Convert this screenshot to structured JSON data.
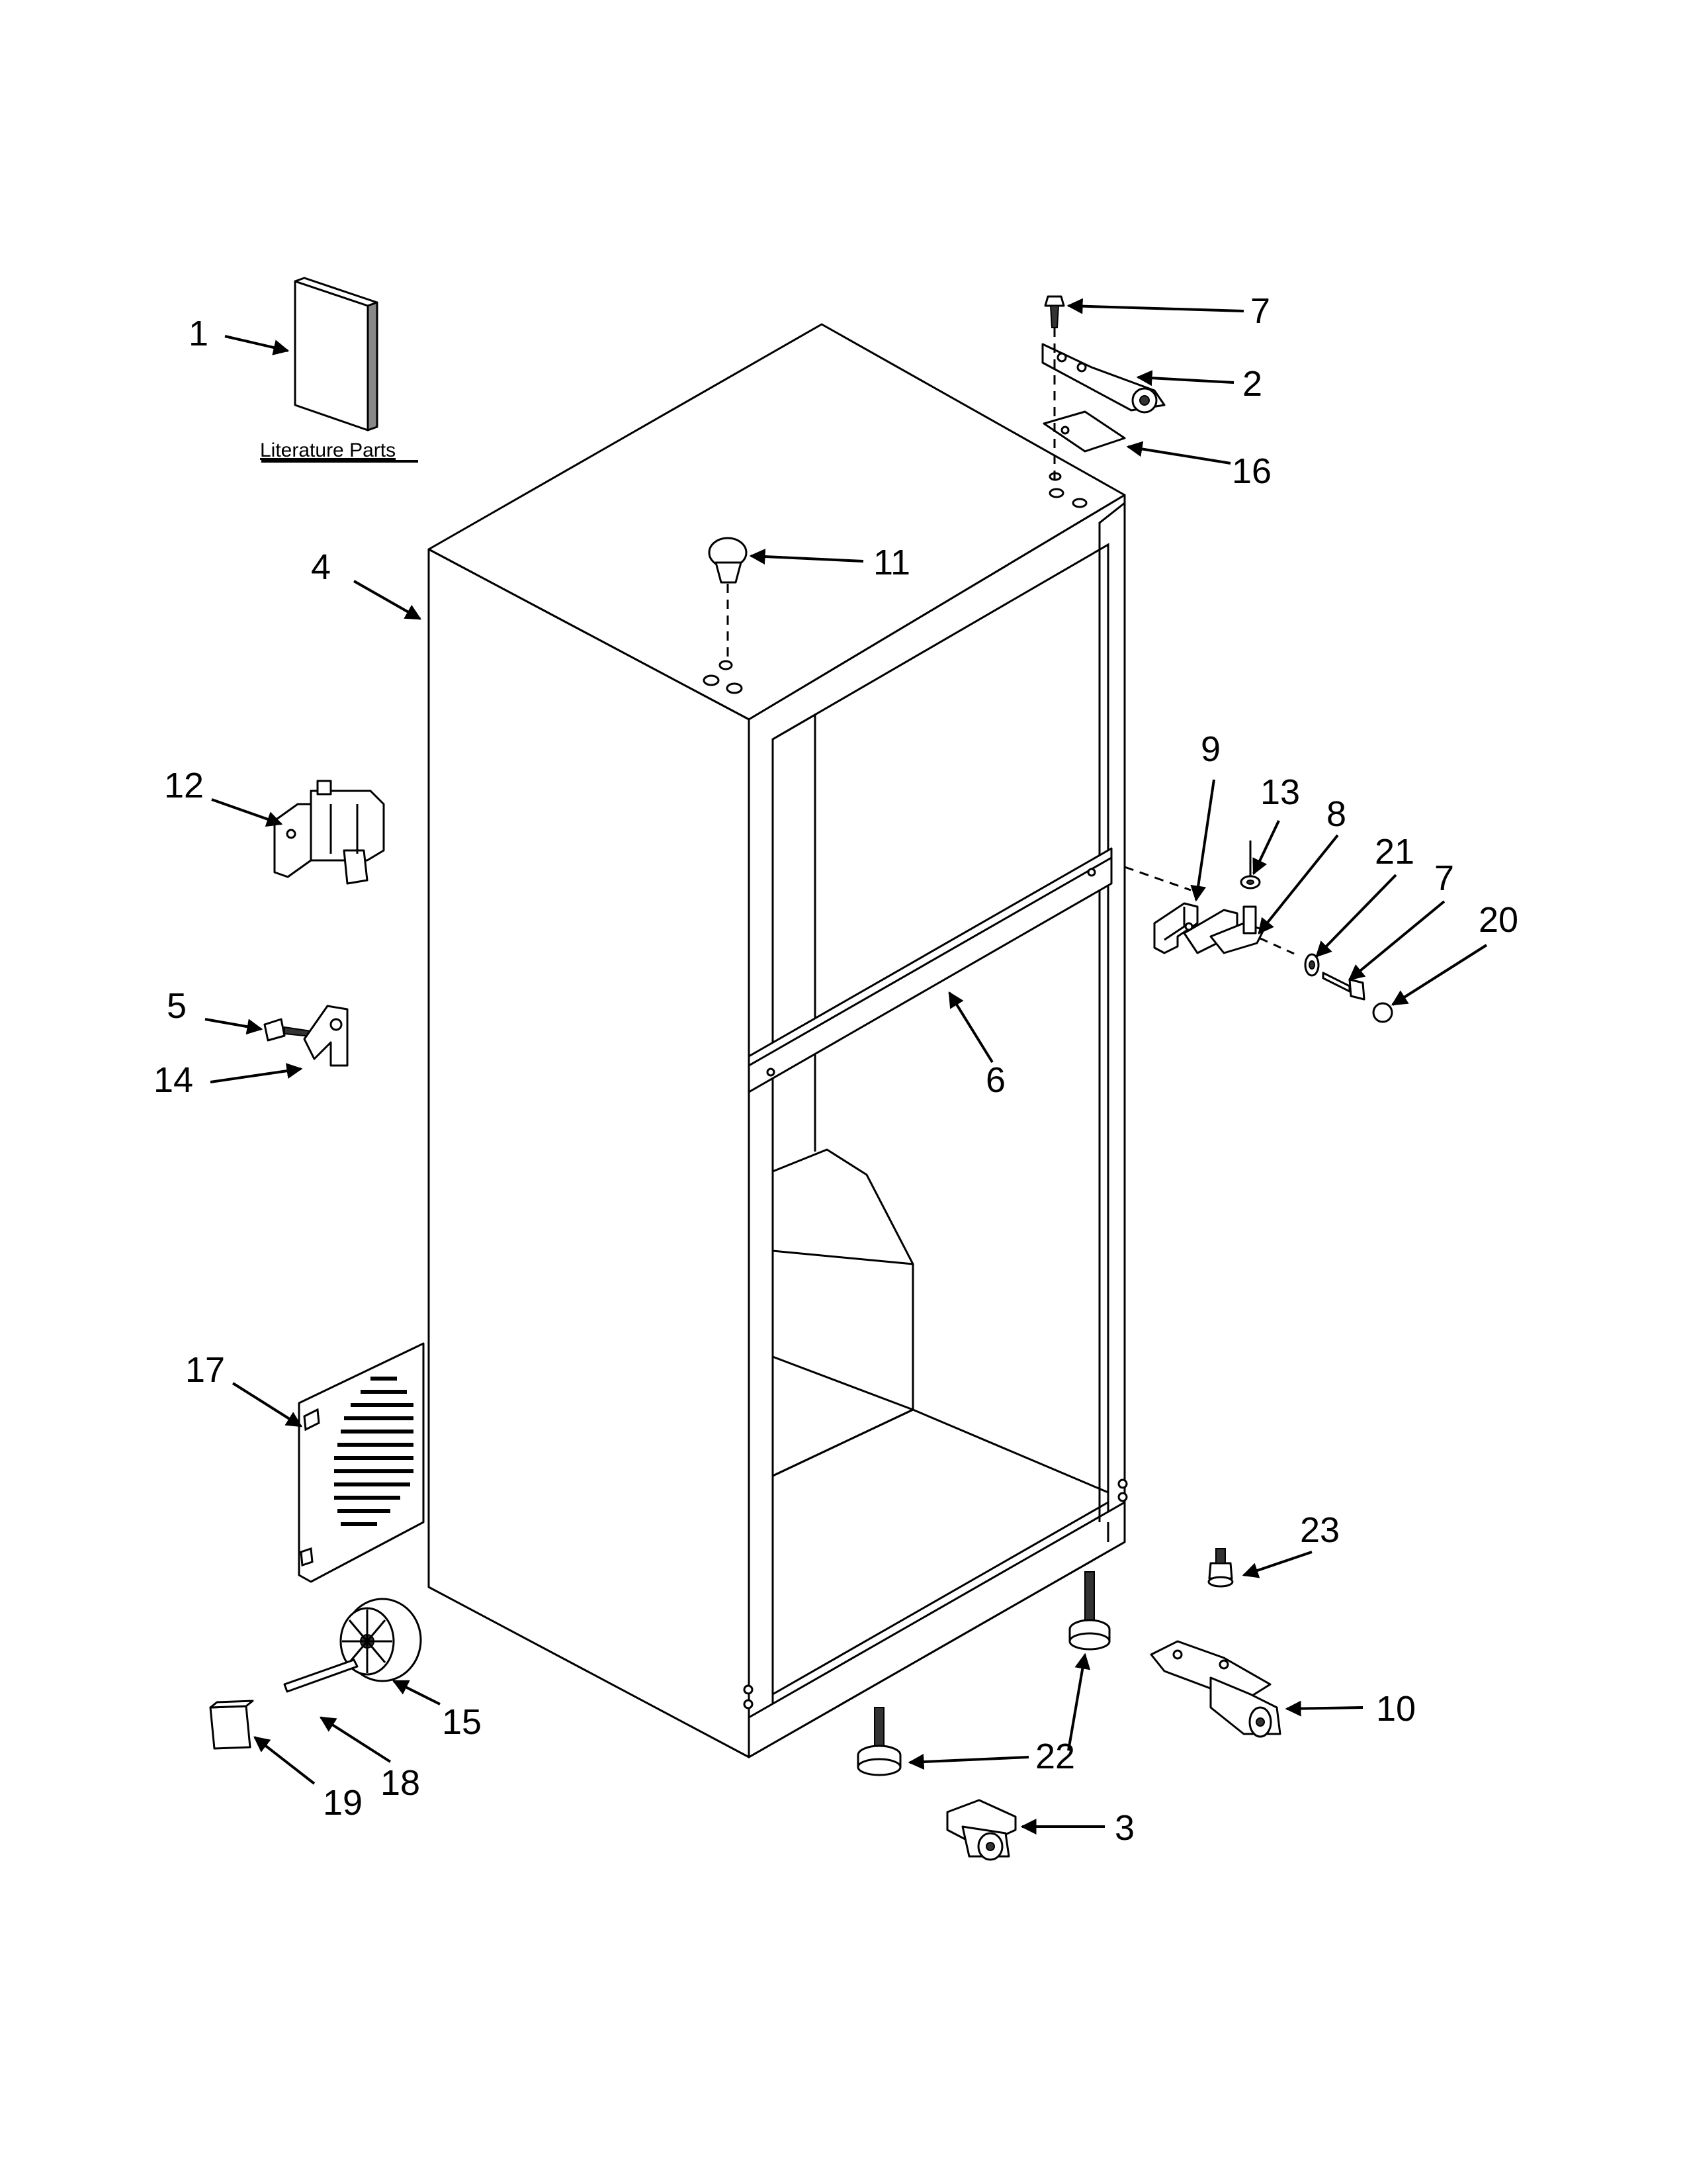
{
  "literature_caption": "Literature Parts",
  "callouts": [
    {
      "id": "c1",
      "label": "1"
    },
    {
      "id": "c7a",
      "label": "7"
    },
    {
      "id": "c2",
      "label": "2"
    },
    {
      "id": "c16",
      "label": "16"
    },
    {
      "id": "c4",
      "label": "4"
    },
    {
      "id": "c11",
      "label": "11"
    },
    {
      "id": "c12",
      "label": "12"
    },
    {
      "id": "c9",
      "label": "9"
    },
    {
      "id": "c13",
      "label": "13"
    },
    {
      "id": "c8",
      "label": "8"
    },
    {
      "id": "c21",
      "label": "21"
    },
    {
      "id": "c7b",
      "label": "7"
    },
    {
      "id": "c20",
      "label": "20"
    },
    {
      "id": "c5",
      "label": "5"
    },
    {
      "id": "c14",
      "label": "14"
    },
    {
      "id": "c6",
      "label": "6"
    },
    {
      "id": "c17",
      "label": "17"
    },
    {
      "id": "c23",
      "label": "23"
    },
    {
      "id": "c15",
      "label": "15"
    },
    {
      "id": "c18",
      "label": "18"
    },
    {
      "id": "c10",
      "label": "10"
    },
    {
      "id": "c22",
      "label": "22"
    },
    {
      "id": "c19",
      "label": "19"
    },
    {
      "id": "c3",
      "label": "3"
    }
  ]
}
